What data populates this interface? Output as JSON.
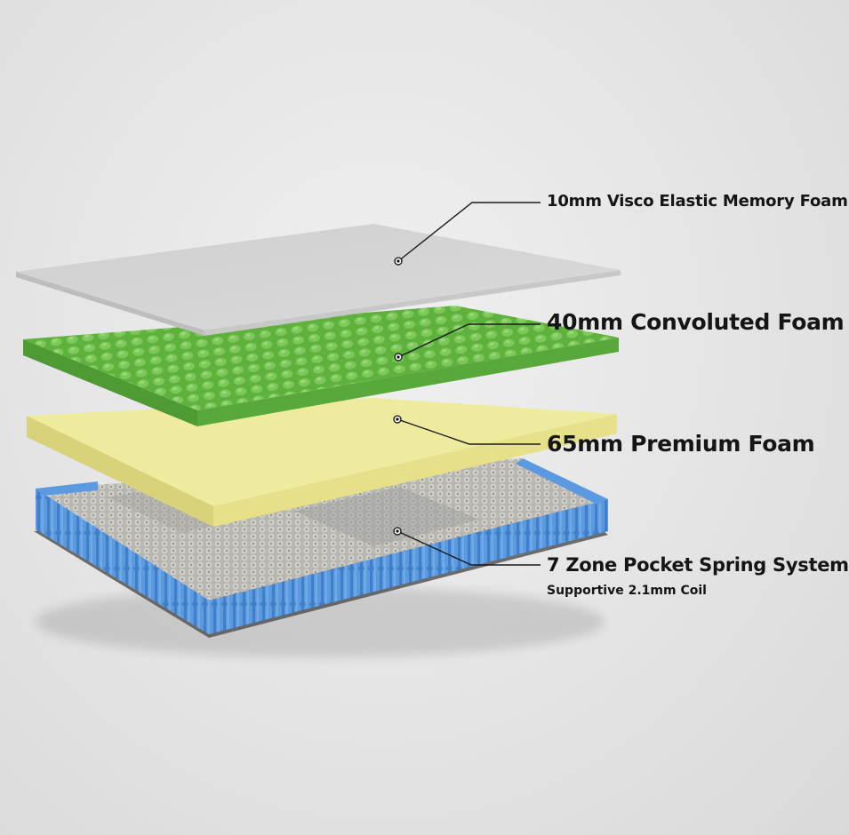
{
  "layers": [
    {
      "label": "10mm Visco Elastic Memory Foam",
      "color": "#d4d4d4"
    },
    {
      "label": "40mm Convoluted Foam",
      "color": "#6cbd4a"
    },
    {
      "label": "65mm Premium Foam",
      "color": "#ece79a"
    },
    {
      "label": "7 Zone Pocket Spring System",
      "sublabel": "Supportive 2.1mm Coil",
      "color": "#4f8fd6",
      "zone_colors": [
        "#a9a9a6",
        "#c8c6c0"
      ]
    }
  ]
}
